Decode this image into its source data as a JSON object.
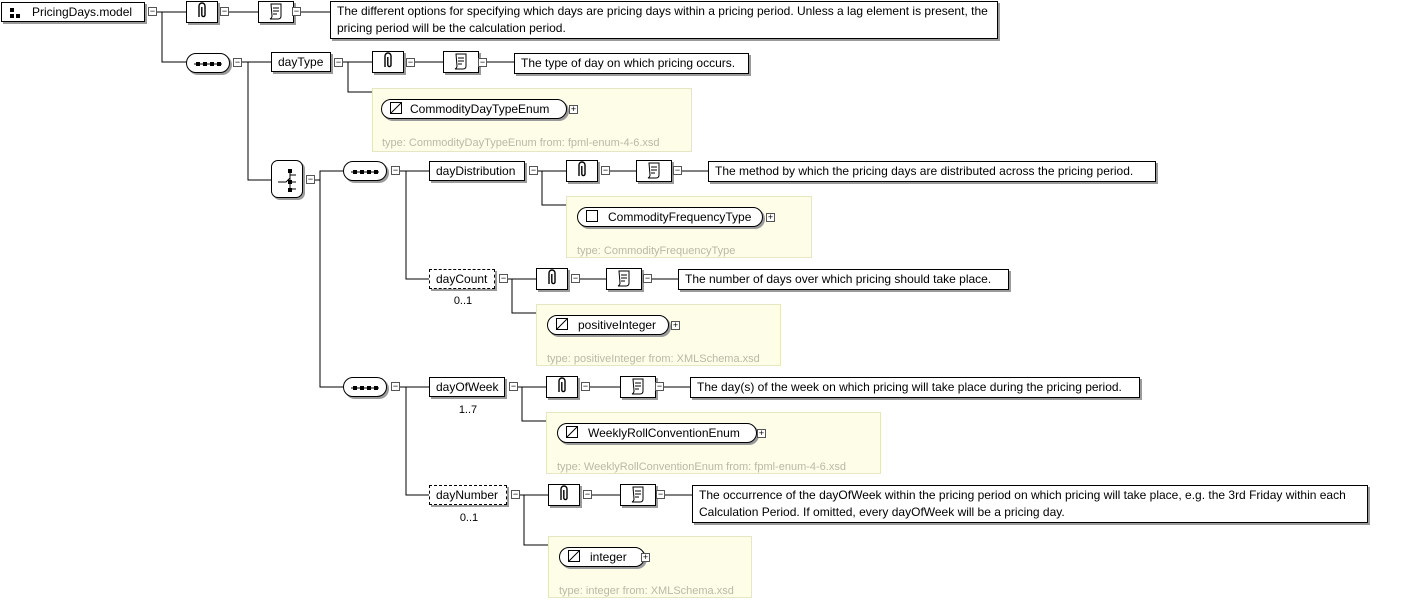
{
  "root": {
    "label": "PricingDays.model",
    "doc": "The different options for specifying which days are pricing days within a pricing period. Unless a lag element is present, the pricing period will be the calculation period."
  },
  "dayType": {
    "label": "dayType",
    "doc": "The type of day on which pricing occurs.",
    "type_label": "CommodityDayTypeEnum",
    "type_caption": "type: CommodityDayTypeEnum from: fpml-enum-4-6.xsd"
  },
  "dayDistribution": {
    "label": "dayDistribution",
    "doc": "The method by which the pricing days are distributed across the pricing period.",
    "type_label": "CommodityFrequencyType",
    "type_caption": "type: CommodityFrequencyType"
  },
  "dayCount": {
    "label": "dayCount",
    "cardinality": "0..1",
    "doc": "The number of days over which pricing should take place.",
    "type_label": "positiveInteger",
    "type_caption": "type: positiveInteger from: XMLSchema.xsd"
  },
  "dayOfWeek": {
    "label": "dayOfWeek",
    "cardinality": "1..7",
    "doc": "The day(s) of the week on which pricing will take place during the pricing period.",
    "type_label": "WeeklyRollConventionEnum",
    "type_caption": "type: WeeklyRollConventionEnum from: fpml-enum-4-6.xsd"
  },
  "dayNumber": {
    "label": "dayNumber",
    "cardinality": "0..1",
    "doc": "The occurrence of the dayOfWeek within the pricing period on which pricing will take place, e.g. the 3rd Friday within each Calculation Period. If omitted, every dayOfWeek will be a pricing day.",
    "type_label": "integer",
    "type_caption": "type: integer from: XMLSchema.xsd"
  },
  "symbols": {
    "expand": "+",
    "collapse": "−"
  }
}
